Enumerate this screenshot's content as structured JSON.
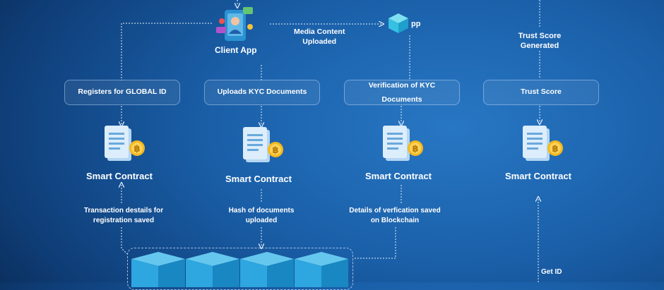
{
  "client_app": {
    "label": "Client App"
  },
  "media_upload": {
    "label_line1": "Media Content",
    "label_line2": "Uploaded"
  },
  "ipfs": {
    "label": "pp"
  },
  "trust_generated": {
    "line1": "Trust Score",
    "line2": "Generated"
  },
  "steps": [
    {
      "label": "Registers for GLOBAL ID"
    },
    {
      "label": "Uploads KYC Documents"
    },
    {
      "label_line1": "Verification  of KYC",
      "label_line2": "Documents"
    },
    {
      "label": "Trust Score"
    }
  ],
  "contracts": [
    {
      "title": "Smart Contract"
    },
    {
      "title": "Smart Contract"
    },
    {
      "title": "Smart Contract"
    },
    {
      "title": "Smart Contract"
    }
  ],
  "notes": [
    {
      "line1": "Transaction destails for",
      "line2": "registration saved"
    },
    {
      "line1": "Hash of documents",
      "line2": "uploaded"
    },
    {
      "line1": "Details of verfication saved",
      "line2": "on Blockchain"
    }
  ],
  "get_id": {
    "label": "Get ID"
  },
  "icons": {
    "contract": "smart-contract-document-icon",
    "coin": "bitcoin-coin-icon",
    "client": "client-app-icon",
    "ipfs": "ipfs-cube-icon",
    "block": "blockchain-block-icon"
  },
  "colors": {
    "document": "#d9ecfb",
    "coin": "#f6b81a",
    "cube_top": "#66c7ee",
    "cube_left": "#2ea6e0",
    "cube_right": "#1887c2"
  }
}
